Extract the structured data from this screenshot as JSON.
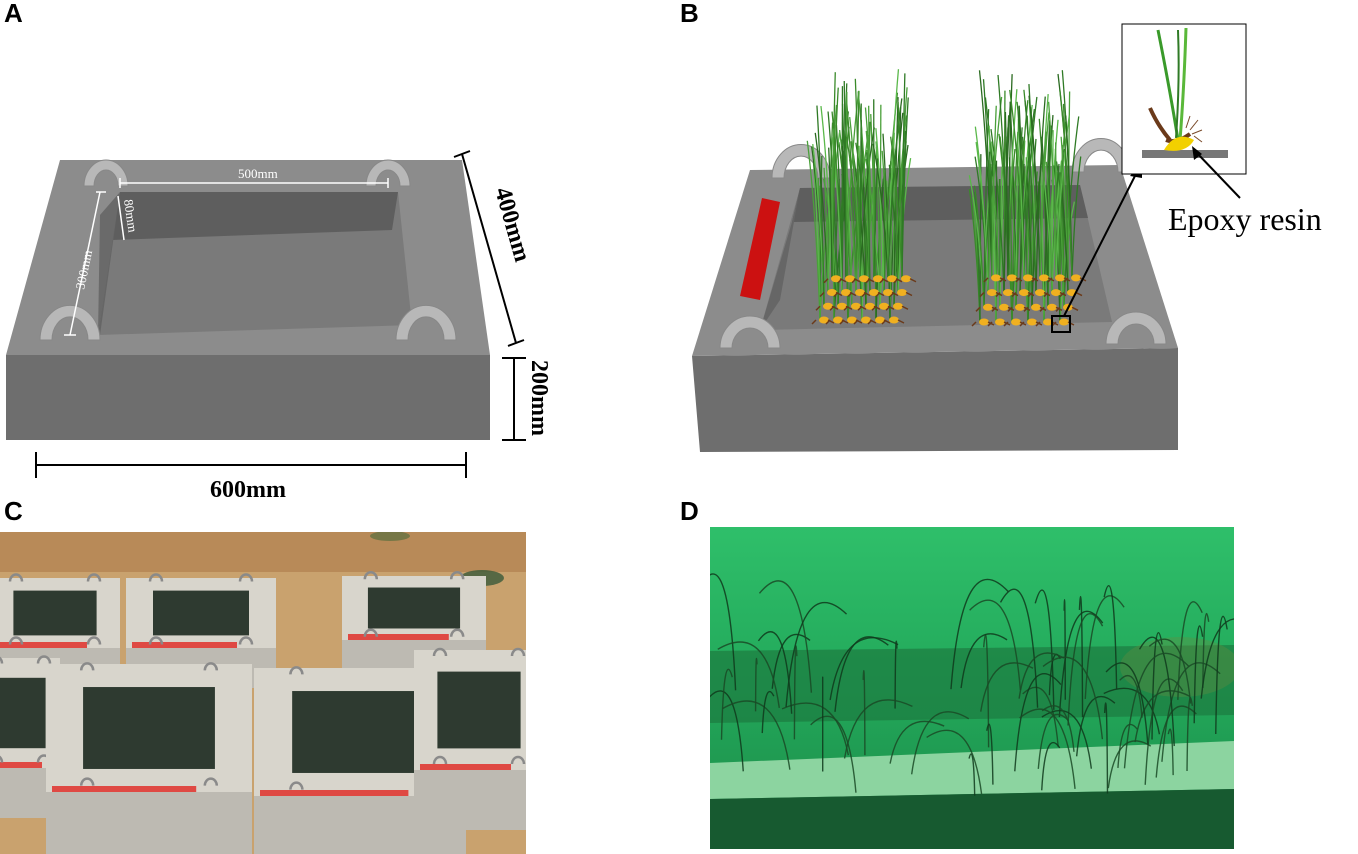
{
  "panels": {
    "a": {
      "label": "A"
    },
    "b": {
      "label": "B"
    },
    "c": {
      "label": "C"
    },
    "d": {
      "label": "D"
    }
  },
  "diagram_a": {
    "dim_length": "600mm",
    "dim_width": "400mm",
    "dim_height": "200mm",
    "inner_length": "500mm",
    "inner_width": "300mm",
    "inner_depth": "80mm"
  },
  "diagram_b": {
    "callout": "Epoxy resin"
  },
  "colors": {
    "box_top": "#8c8c8c",
    "box_front": "#6e6e6e",
    "box_side": "#5a5a5a",
    "cavity_floor": "#7a7a7a",
    "cavity_wall": "#616161",
    "red_mark": "#cc1111",
    "seagrass": "#3a8a2a",
    "resin": "#f0b020",
    "sand": "#c9a26e",
    "water": "#2fbf6a"
  }
}
